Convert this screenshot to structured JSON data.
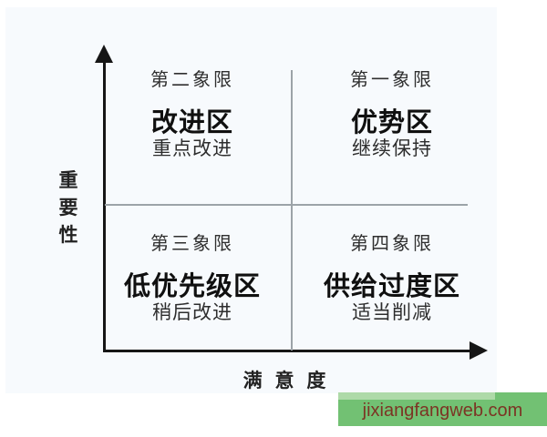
{
  "diagram": {
    "type": "quadrant-matrix",
    "axes": {
      "y_title": "重要性",
      "y_title_chars": [
        "重",
        "要",
        "性"
      ],
      "x_title": "满 意 度"
    },
    "quadrants": [
      {
        "position": "top-left",
        "label": "第二象限",
        "zone": "改进区",
        "action": "重点改进"
      },
      {
        "position": "top-right",
        "label": "第一象限",
        "zone": "优势区",
        "action": "继续保持"
      },
      {
        "position": "bottom-left",
        "label": "第三象限",
        "zone": "低优先级区",
        "action": "稍后改进"
      },
      {
        "position": "bottom-right",
        "label": "第四象限",
        "zone": "供给过度区",
        "action": "适当削减"
      }
    ]
  },
  "watermark": {
    "text": "jixiangfangweb.com"
  },
  "colors": {
    "axis": "#161616",
    "divider": "#9ca3a8",
    "chart_tint": "#f7fafd",
    "zone_text": "#101010",
    "watermark_bg": "#72c173",
    "watermark_strip": "#aedaa8",
    "watermark_text": "#7c3424"
  }
}
